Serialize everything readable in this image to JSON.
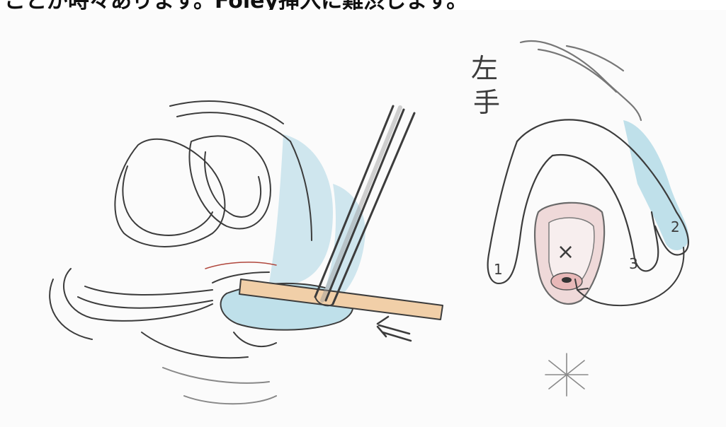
{
  "caption": {
    "text": "ことが時々あります。Foley挿入に難渋します。"
  },
  "figure": {
    "left_panel": {
      "arrow_symbol": "⇐"
    },
    "right_panel": {
      "handwritten_label": "左手",
      "finger_labels": [
        "1",
        "2",
        "3"
      ],
      "mark_symbol": "×"
    }
  },
  "colors": {
    "paper": "#fbfbfb",
    "pencil": "#3c3c3c",
    "light_blue": "#bfe0ea",
    "catheter_tan": "#f1cfa8",
    "skin_pink": "#e8b8b8"
  }
}
